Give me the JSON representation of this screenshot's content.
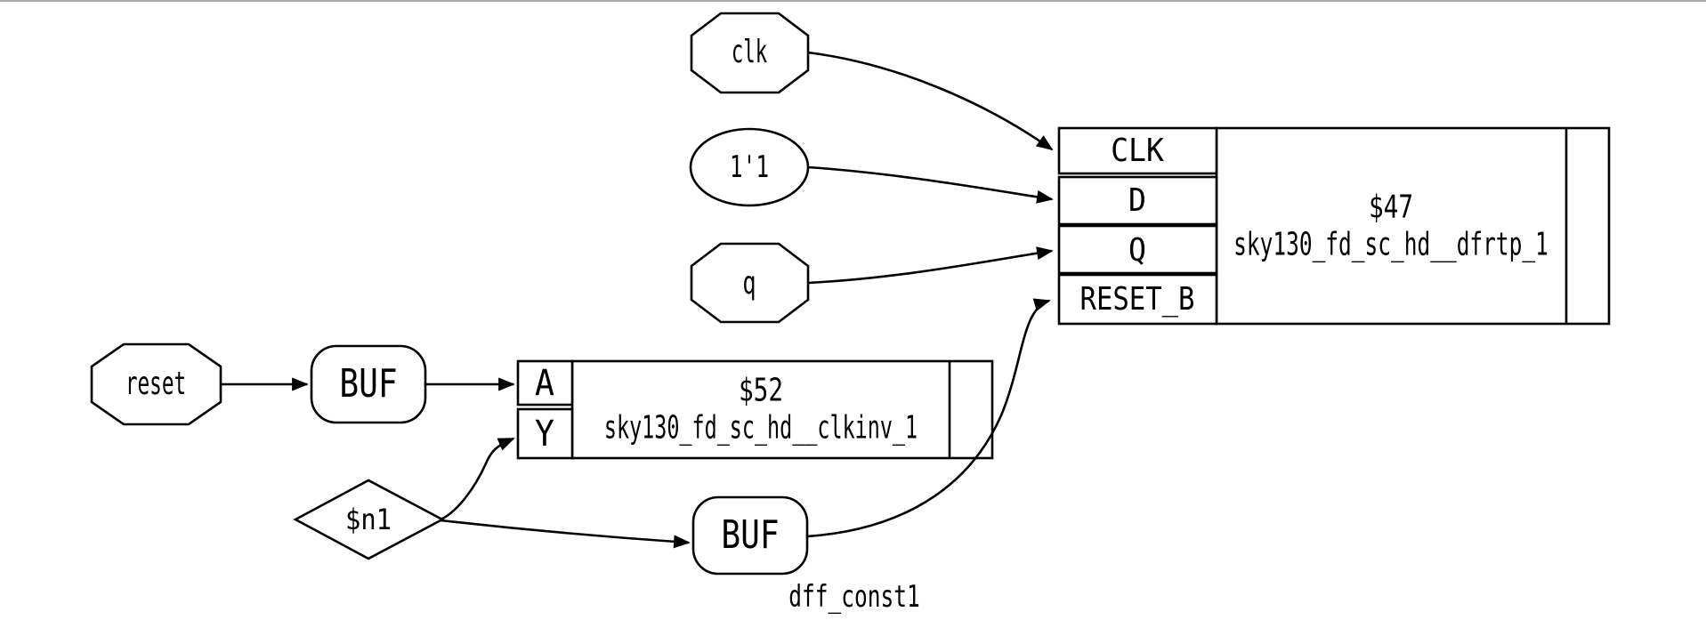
{
  "page": {
    "background": "#ffffff",
    "top_border_color": "#ababab",
    "stroke_color": "#000000",
    "fill_color": "#ffffff"
  },
  "module": {
    "name": "dff_const1"
  },
  "nodes": {
    "clk": {
      "label": "clk",
      "shape": "octagon"
    },
    "const1": {
      "label": "1'1",
      "shape": "ellipse"
    },
    "q": {
      "label": "q",
      "shape": "octagon"
    },
    "reset": {
      "label": "reset",
      "shape": "octagon"
    },
    "buf_reset": {
      "label": "BUF",
      "shape": "rounded-rect"
    },
    "buf_n1": {
      "label": "BUF",
      "shape": "rounded-rect"
    },
    "n1": {
      "label": "$n1",
      "shape": "diamond"
    },
    "cell47": {
      "name": "$47",
      "type": "sky130_fd_sc_hd__dfrtp_1",
      "ports": {
        "clk": "CLK",
        "d": "D",
        "q": "Q",
        "reset_b": "RESET_B"
      }
    },
    "cell52": {
      "name": "$52",
      "type": "sky130_fd_sc_hd__clkinv_1",
      "ports": {
        "a": "A",
        "y": "Y"
      }
    }
  },
  "edges": [
    {
      "from": "clk",
      "to": "$47.CLK"
    },
    {
      "from": "1'1",
      "to": "$47.D"
    },
    {
      "from": "q",
      "to": "$47.Q"
    },
    {
      "from": "reset",
      "to": "BUF"
    },
    {
      "from": "BUF",
      "to": "$52.A"
    },
    {
      "from": "$n1",
      "to": "$52.Y"
    },
    {
      "from": "$n1",
      "to": "BUF"
    },
    {
      "from": "BUF",
      "to": "$47.RESET_B"
    }
  ]
}
